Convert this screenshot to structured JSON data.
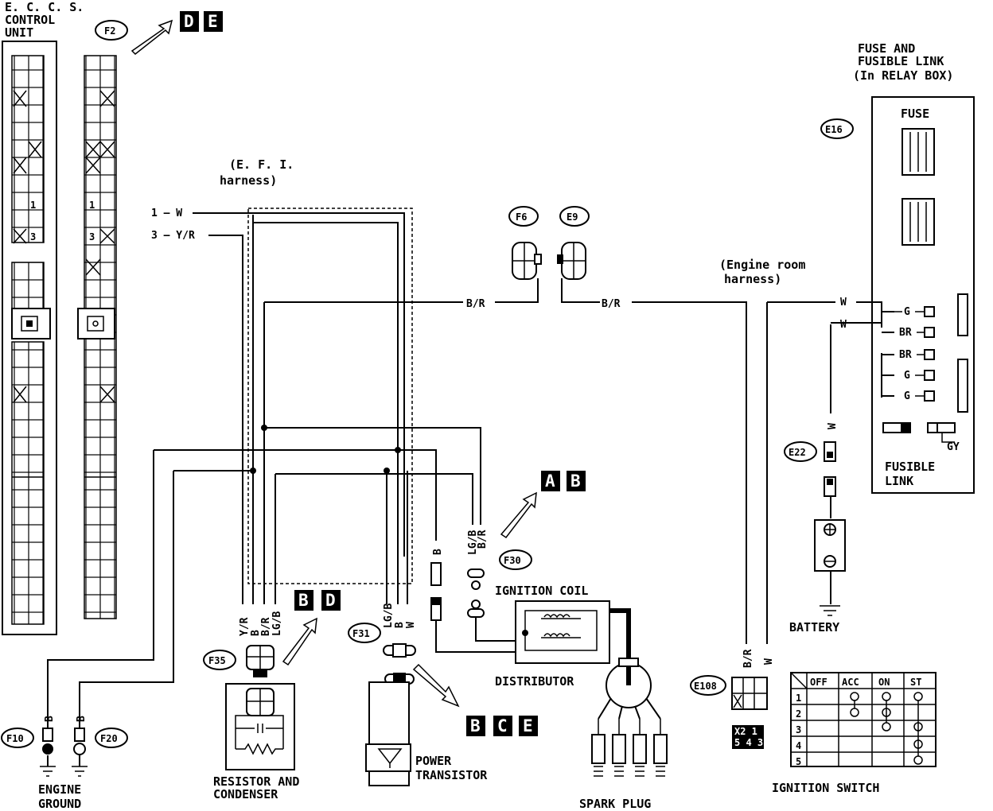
{
  "ecu": {
    "title_lines": [
      "E. C. C. S.",
      "CONTROL",
      "UNIT"
    ],
    "pin_1": "1",
    "pin_3": "3"
  },
  "connector_f2": {
    "ref": "F2",
    "pin_1": "1",
    "pin_3": "3",
    "goto": [
      "D",
      "E"
    ]
  },
  "efi_harness": {
    "lines": [
      "(E. F. I.",
      "harness)"
    ]
  },
  "wire_labels": {
    "pin1": "1 — W",
    "pin3": "3 — Y/R",
    "br_f6": "B/R",
    "br_e9": "B/R",
    "w_engine": "W",
    "w_fuse2": "W",
    "w_e22": "W",
    "b_f10": "B",
    "b_f20": "B",
    "yr": "Y/R",
    "b": "B",
    "br": "B/R",
    "lgb": "LG/B",
    "lgb_f31": "LG/B",
    "b_f31": "B",
    "w_f31": "W",
    "b_coil": "B",
    "lgb_coil": "LG/B",
    "br_coil": "B/R",
    "br_e108": "B/R",
    "w_e108": "W"
  },
  "connectors": {
    "f6": "F6",
    "e9": "E9",
    "e16": "E16",
    "e22": "E22",
    "f30": "F30",
    "f31": "F31",
    "f35": "F35",
    "f10": "F10",
    "f20": "F20",
    "e108": "E108"
  },
  "goto_tags": {
    "ab": [
      "A",
      "B"
    ],
    "bd": [
      "B",
      "D"
    ],
    "bce": [
      "B",
      "C",
      "E"
    ]
  },
  "fuse_box": {
    "title_lines": [
      "FUSE AND",
      "FUSIBLE LINK",
      "(In RELAY BOX)"
    ],
    "fuse_label": "FUSE",
    "link_lines": [
      "FUSIBLE",
      "LINK"
    ],
    "colors": [
      "G",
      "BR",
      "BR",
      "G",
      "G",
      "GY"
    ]
  },
  "engine_room_harness": {
    "lines": [
      "(Engine room",
      "harness)"
    ]
  },
  "components": {
    "ignition_coil": "IGNITION COIL",
    "distributor": "DISTRIBUTOR",
    "battery": "BATTERY",
    "spark_plug": "SPARK PLUG",
    "resistor_lines": [
      "RESISTOR AND",
      "CONDENSER"
    ],
    "transistor_lines": [
      "POWER",
      "TRANSISTOR"
    ],
    "ground_lines": [
      "ENGINE",
      "GROUND"
    ],
    "ignition_switch": "IGNITION SWITCH"
  },
  "ignition_switch_table": {
    "headers": [
      "OFF",
      "ACC",
      "ON",
      "ST"
    ],
    "rows": [
      "1",
      "2",
      "3",
      "4",
      "5"
    ]
  },
  "e108_codes": [
    "X2 1",
    "5 4 3"
  ]
}
